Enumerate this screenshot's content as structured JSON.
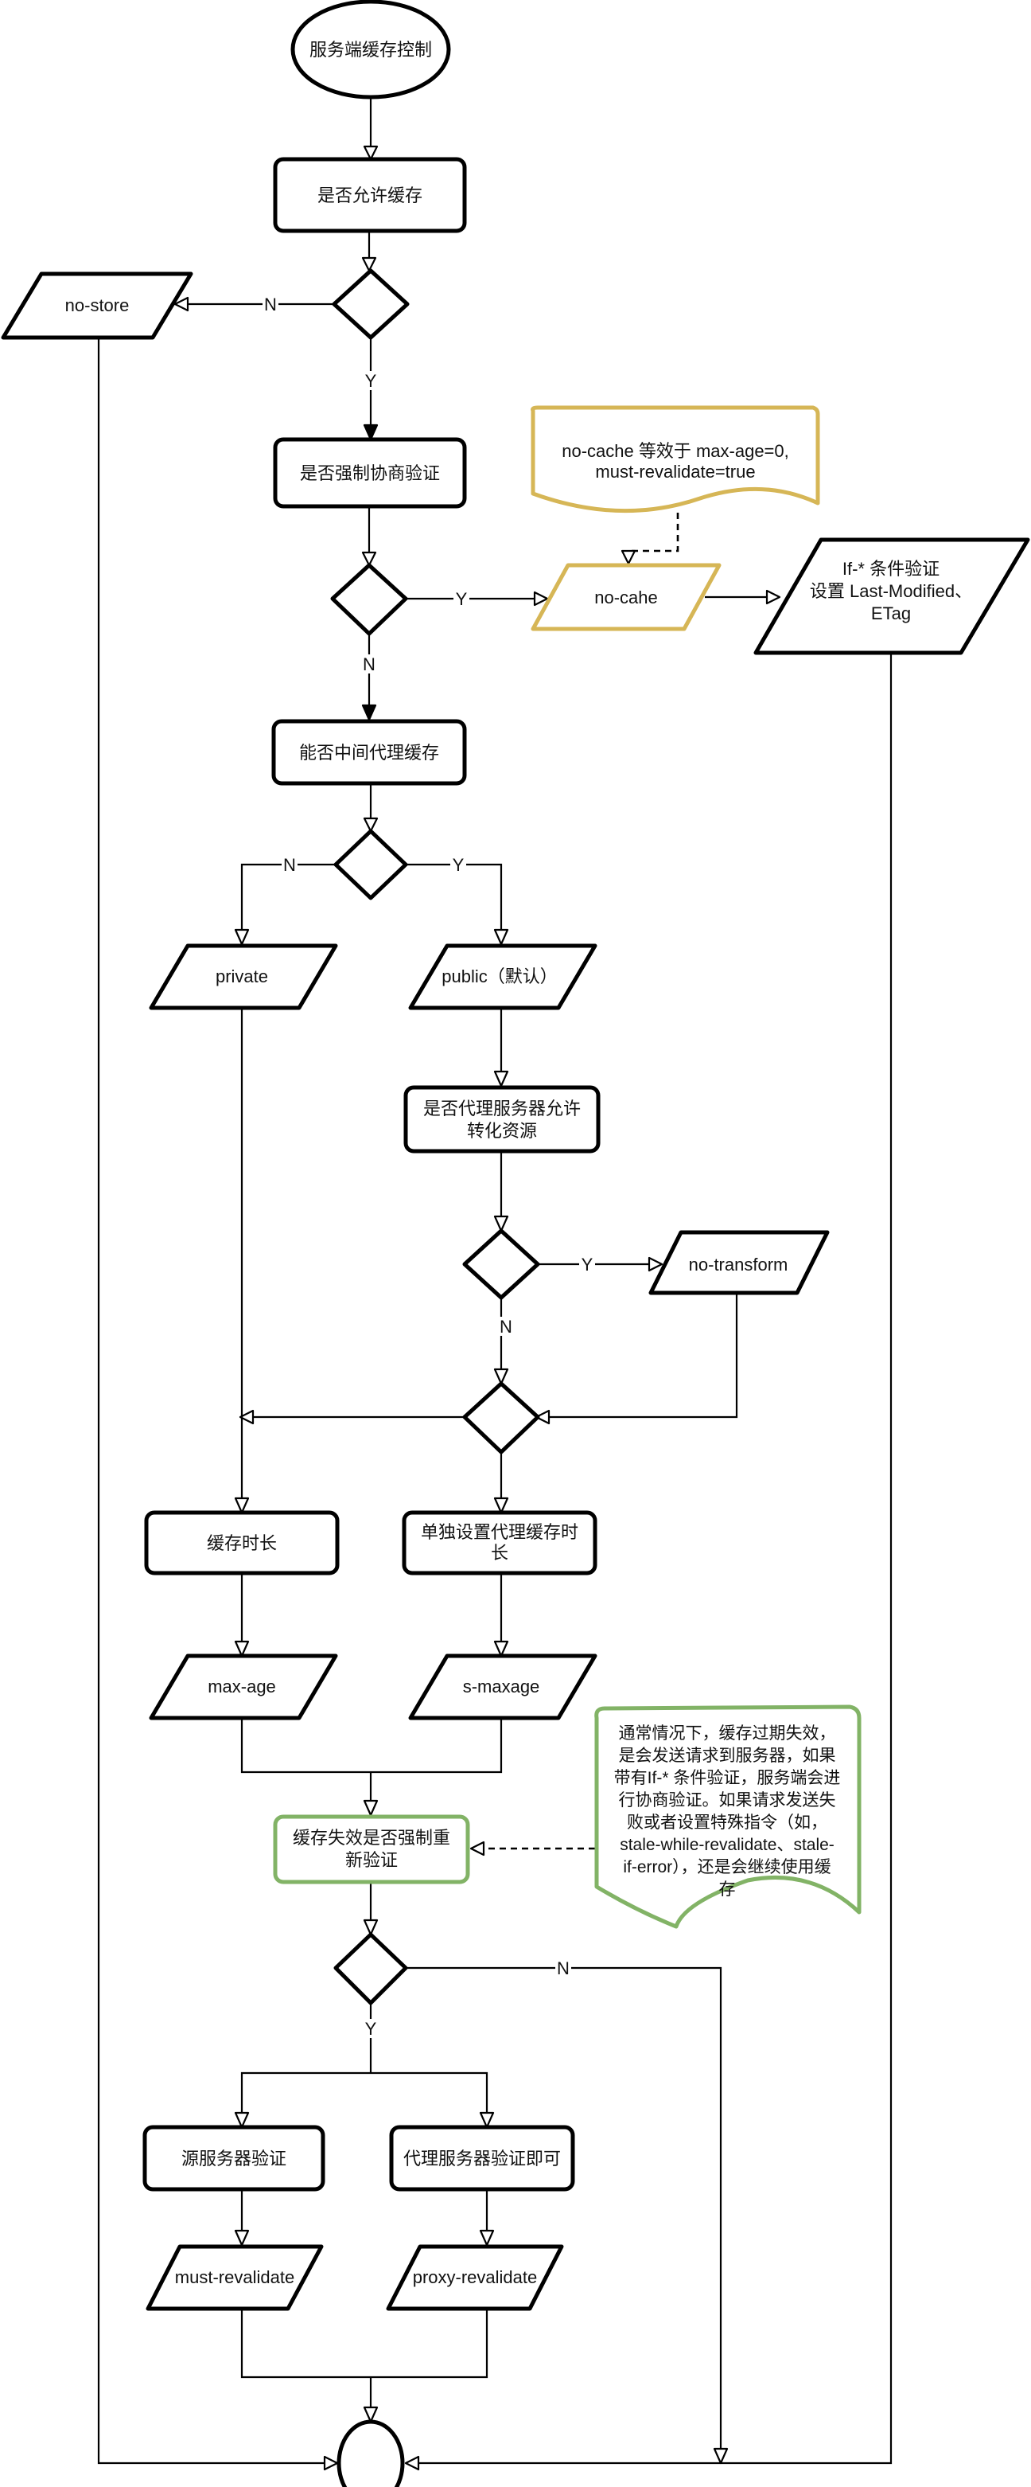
{
  "title": "服务端缓存控制流程",
  "colors": {
    "stroke": "#000000",
    "note_yellow": "#d6b656",
    "note_green": "#82b366"
  },
  "nodes": {
    "start": {
      "label": "服务端缓存控制"
    },
    "allow_cache": {
      "label": "是否允许缓存"
    },
    "no_store": {
      "label": "no-store"
    },
    "force_negotiate": {
      "label": "是否强制协商验证"
    },
    "no_cache_note": {
      "lines": [
        "no-cache 等效于 max-age=0,",
        "must-revalidate=true"
      ]
    },
    "no_cache": {
      "label": "no-cahe"
    },
    "conditional": {
      "lines": [
        "If-* 条件验证",
        "设置 Last-Modified、",
        "ETag"
      ]
    },
    "proxy_cacheable": {
      "label": "能否中间代理缓存"
    },
    "private": {
      "label": "private"
    },
    "public": {
      "label": "public（默认）"
    },
    "proxy_transform": {
      "lines": [
        "是否代理服务器允许",
        "转化资源"
      ]
    },
    "no_transform": {
      "label": "no-transform"
    },
    "cache_duration": {
      "label": "缓存时长"
    },
    "proxy_duration": {
      "lines": [
        "单独设置代理缓存时",
        "长"
      ]
    },
    "max_age": {
      "label": "max-age"
    },
    "s_maxage": {
      "label": "s-maxage"
    },
    "expire_revalidate": {
      "lines": [
        "缓存失效是否强制重",
        "新验证"
      ]
    },
    "stale_note": {
      "lines": [
        "通常情况下，缓存过期失效，",
        "是会发送请求到服务器，如果",
        "带有If-* 条件验证，服务端会进",
        "行协商验证。如果请求发送失",
        "败或者设置特殊指令（如，",
        "stale-while-revalidate、stale-",
        "if-error），还是会继续使用缓",
        "存"
      ]
    },
    "origin_validate": {
      "label": "源服务器验证"
    },
    "proxy_validate": {
      "label": "代理服务器验证即可"
    },
    "must_revalidate": {
      "label": "must-revalidate"
    },
    "proxy_revalidate": {
      "label": "proxy-revalidate"
    },
    "end": {
      "label": ""
    }
  },
  "edge_labels": {
    "d1_no": "N",
    "d1_yes": "Y",
    "d2_yes": "Y",
    "d2_no": "N",
    "d3_no": "N",
    "d3_yes": "Y",
    "d4_yes": "Y",
    "d4_no": "N",
    "d6_no": "N",
    "d6_yes": "Y"
  }
}
